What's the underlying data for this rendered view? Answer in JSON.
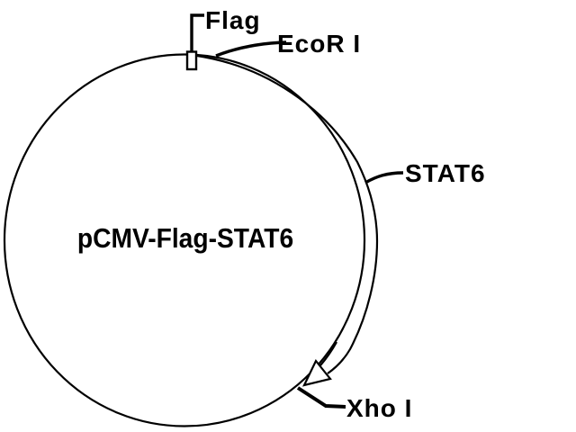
{
  "figure": {
    "type": "plasmid-map",
    "plasmid_name": "pCMV-Flag-STAT6",
    "labels": {
      "flag": "Flag",
      "ecor1": "EcoR I",
      "stat6": "STAT6",
      "xho1": "Xho I"
    },
    "features": {
      "marker_box": "Flag tag site at top of circle",
      "insert_band": "STAT6 insert arc from EcoR I (top) clockwise to Xho I (bottom right)",
      "arrow": "open arrowhead pointing counterclockwise-inward at Xho I site"
    },
    "colors": {
      "line": "#000000",
      "background": "#ffffff",
      "text": "#000000"
    }
  }
}
